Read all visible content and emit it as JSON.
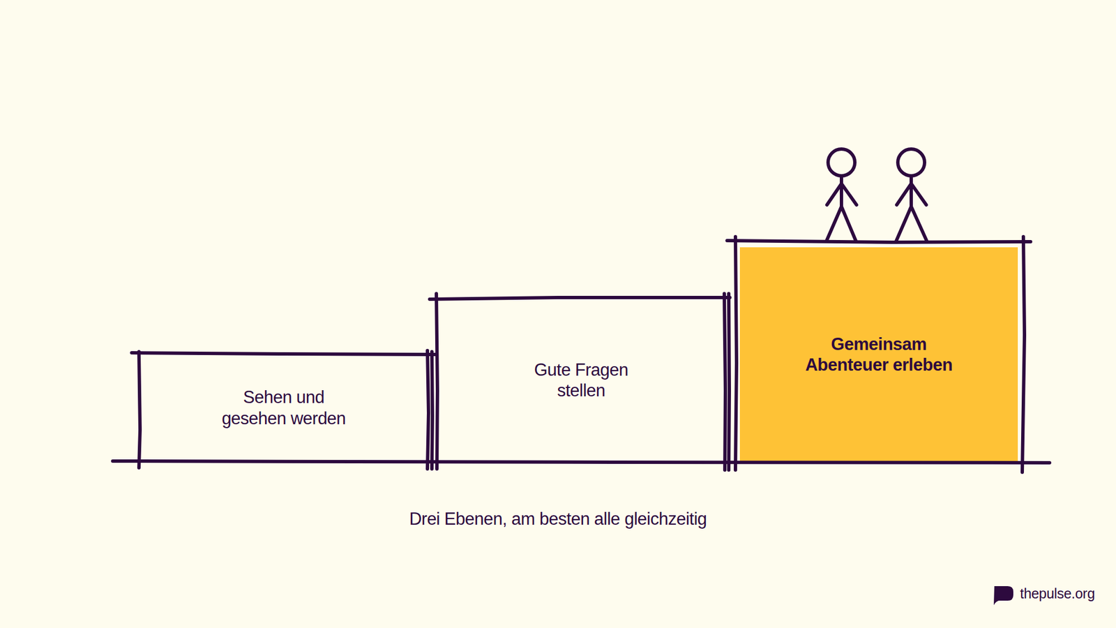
{
  "diagram": {
    "caption": "Drei Ebenen, am besten alle gleichzeitig",
    "nodes": [
      {
        "text": [
          "Sehen und gesehen werden"
        ]
      },
      {
        "text": [
          "Gute Fragen stellen"
        ]
      },
      {
        "text": [
          "Gemeinsam Abenteuer erleben"
        ]
      }
    ],
    "labels": [
      "thepulse.org"
    ]
  }
}
